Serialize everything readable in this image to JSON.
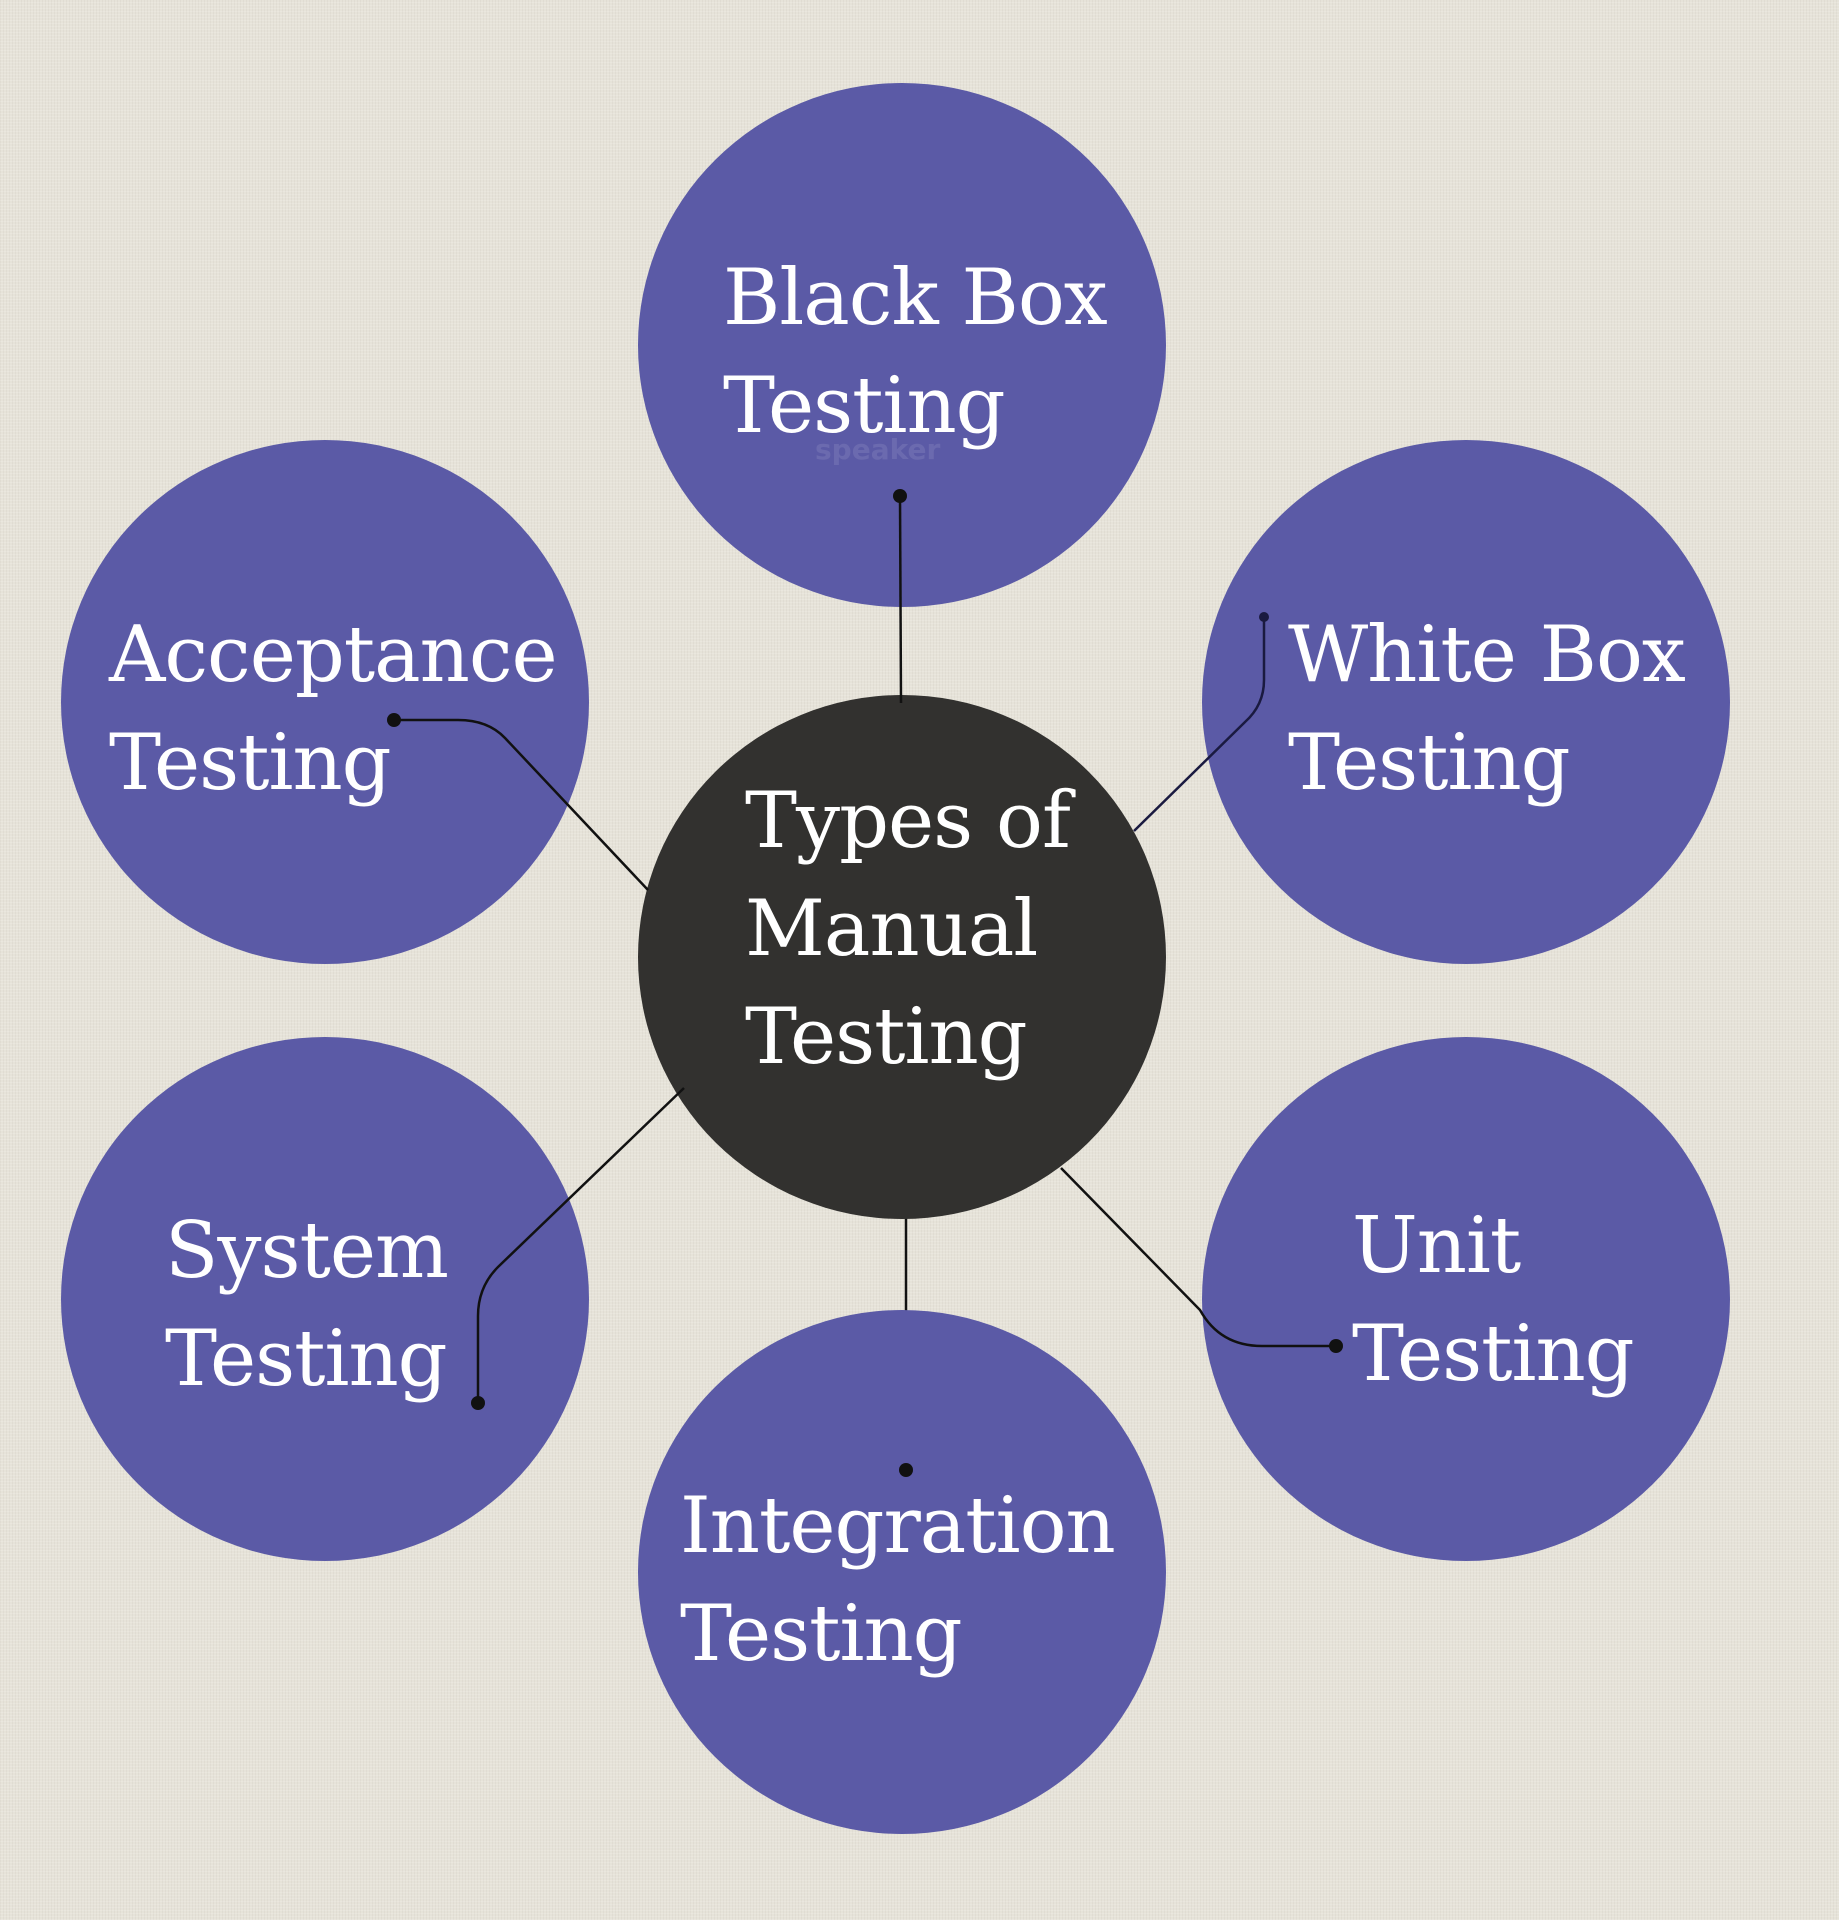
{
  "center": {
    "line1": "Types of",
    "line2": "Manual",
    "line3": "Testing"
  },
  "types": {
    "black_box": {
      "line1": "Black Box",
      "line2": "Testing"
    },
    "white_box": {
      "line1": "White Box",
      "line2": "Testing"
    },
    "unit": {
      "line1": "Unit",
      "line2": "Testing"
    },
    "integration": {
      "line1": "Integration",
      "line2": "Testing"
    },
    "system": {
      "line1": "System",
      "line2": "Testing"
    },
    "acceptance": {
      "line1": "Acceptance",
      "line2": "Testing"
    }
  },
  "watermark": "speaker",
  "colors": {
    "type_node": "#5b5aa6",
    "center_node": "#32312f",
    "connector": "#111111",
    "background": "#e6e3d9",
    "label": "#ffffff"
  }
}
